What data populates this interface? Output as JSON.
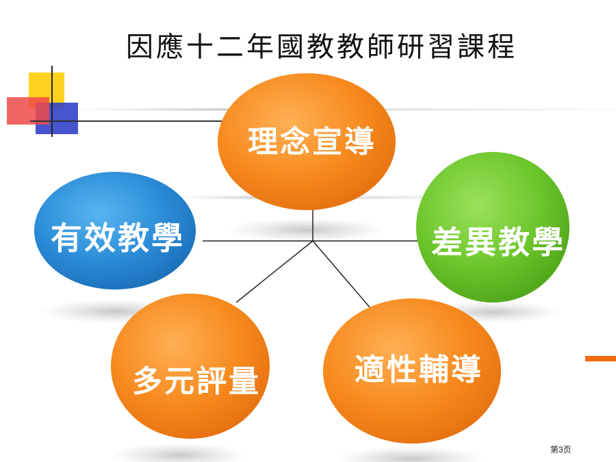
{
  "title": "因應十二年國教教師研習課程",
  "nodes": {
    "center": "理念宣導",
    "left": "有效教學",
    "right": "差異教學",
    "bottom_left": "多元評量",
    "bottom_right": "適性輔導"
  },
  "page_number": "第3页",
  "colors": {
    "orange": "#f28a1f",
    "blue": "#2a8ad6",
    "green": "#6cc52b",
    "accent_yellow": "#ffd21f",
    "accent_red": "#f14a4a",
    "accent_blue": "#3243c9"
  }
}
